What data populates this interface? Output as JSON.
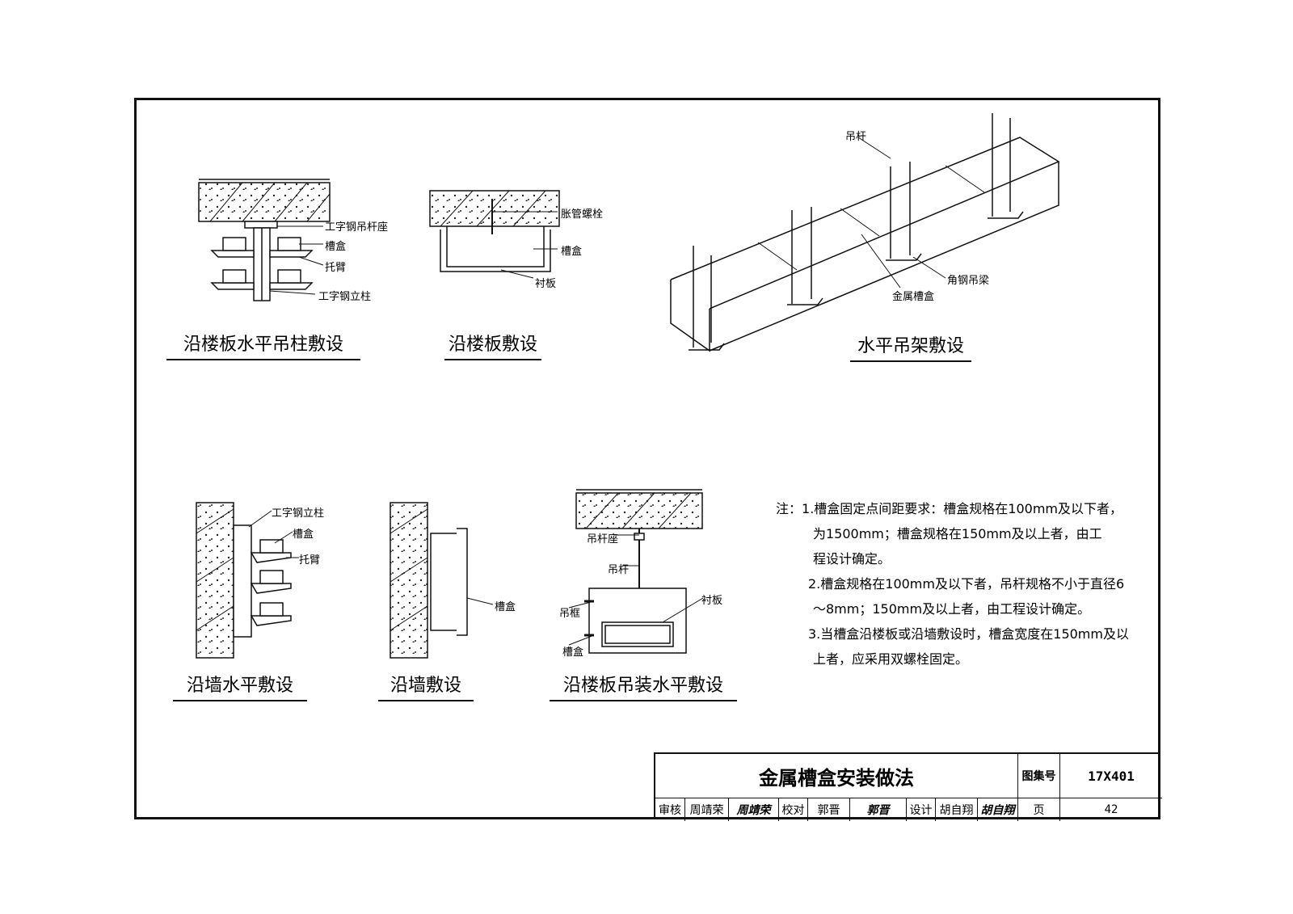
{
  "captions": {
    "c1": "沿楼板水平吊柱敷设",
    "c2": "沿楼板敷设",
    "c3": "水平吊架敷设",
    "c4": "沿墙水平敷设",
    "c5": "沿墙敷设",
    "c6": "沿楼板吊装水平敷设"
  },
  "labels": {
    "gzgdgz": "工字钢吊杆座",
    "caohe": "槽盒",
    "tuobi": "托臂",
    "gzglz": "工字钢立柱",
    "zhangguan": "胀管螺栓",
    "chenban": "衬板",
    "diaogan": "吊杆",
    "jiaogang": "角钢吊梁",
    "jinshu": "金属槽盒",
    "diaoganzuo": "吊杆座",
    "diaokuang": "吊框"
  },
  "notes": {
    "head": "注：",
    "n1a": "1.槽盒固定点间距要求：槽盒规格在100mm及以下者，",
    "n1b": "为1500mm；槽盒规格在150mm及以上者，由工",
    "n1c": "程设计确定。",
    "n2a": "2.槽盒规格在100mm及以下者，吊杆规格不小于直径6",
    "n2b": "～8mm；150mm及以上者，由工程设计确定。",
    "n3a": "3.当槽盒沿楼板或沿墙敷设时，槽盒宽度在150mm及以",
    "n3b": "上者，应采用双螺栓固定。"
  },
  "titleblock": {
    "title": "金属槽盒安装做法",
    "atlas_label": "图集号",
    "atlas_no": "17X401",
    "review": "审核",
    "reviewer": "周靖荣",
    "check": "校对",
    "checker": "郭晋",
    "design": "设计",
    "designer": "胡自翔",
    "page_label": "页",
    "page_no": "42"
  }
}
